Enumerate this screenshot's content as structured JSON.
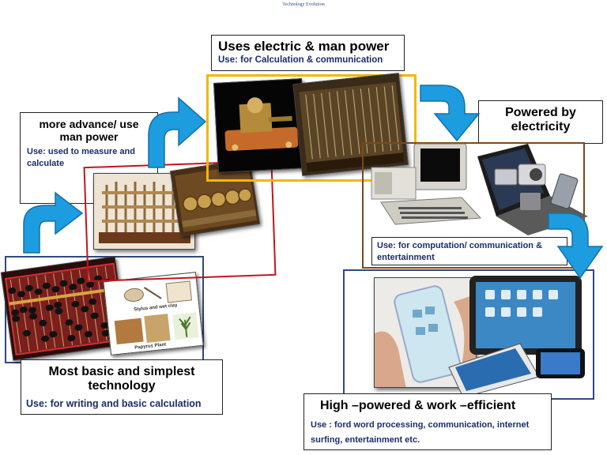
{
  "header": {
    "title": "Technology Evolution"
  },
  "stages": {
    "basic": {
      "title": "Most basic and simplest technology",
      "use": "Use: for writing and basic calculation",
      "tablet_caption_1": "Stylus and wet clay",
      "tablet_caption_2": "Papyrus Plant"
    },
    "mechanical": {
      "title": "more advance/ use man power",
      "use": "Use: used to measure and calculate"
    },
    "electric_man": {
      "title": "Uses electric & man power",
      "use": "Use: for Calculation & communication"
    },
    "electricity": {
      "title": "Powered by electricity",
      "use": "Use: for computation/ communication & entertainment"
    },
    "modern": {
      "title": "High –powered & work –efficient",
      "use": "Use : ford word processing, communication, internet surfing, entertainment etc."
    }
  },
  "colors": {
    "arrow": "#1e9ce0",
    "frame_blue": "#2f4a80",
    "frame_red": "#c0151c",
    "frame_gold": "#f2b705",
    "frame_brown": "#7a4a18",
    "use_text": "#1a2d6b"
  },
  "icons": [
    "curved-arrow-icon"
  ]
}
